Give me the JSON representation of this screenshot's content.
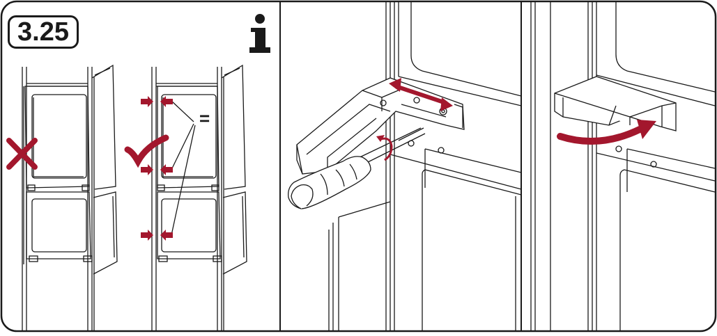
{
  "step": {
    "number": "3.25"
  },
  "info": {
    "icon": "info-icon"
  },
  "alignment": {
    "equal_sign": "="
  },
  "colors": {
    "accent": "#a3172d",
    "line": "#1a1a1a",
    "background": "#ffffff"
  },
  "panels": [
    {
      "name": "door-alignment-panel",
      "incorrect_icon": "cross-icon",
      "correct_icon": "check-icon"
    },
    {
      "name": "hinge-adjustment-panel",
      "tool_icon": "screwdriver-icon",
      "motion_icon": "double-arrow-icon"
    },
    {
      "name": "hinge-cover-panel",
      "motion_icon": "curved-arrow-icon"
    }
  ]
}
